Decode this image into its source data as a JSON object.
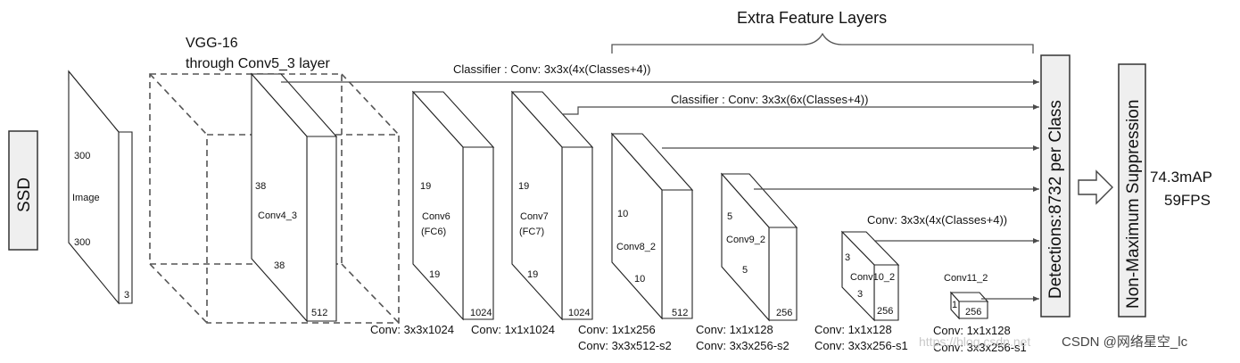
{
  "left_label": "SSD",
  "vgg_label_line1": "VGG-16",
  "vgg_label_line2": "through Conv5_3 layer",
  "extra_label": "Extra Feature Layers",
  "classifier_top": "Classifier : Conv: 3x3x(4x(Classes+4))",
  "classifier_mid": "Classifier : Conv: 3x3x(6x(Classes+4))",
  "classifier_small": "Conv: 3x3x(4x(Classes+4))",
  "detections_label": "Detections:8732  per Class",
  "nms_label": "Non-Maximum Suppression",
  "metrics": {
    "map": "74.3mAP",
    "fps": "59FPS"
  },
  "image_block": {
    "label": "Image",
    "h": "300",
    "w": "300",
    "c": "3"
  },
  "conv4_block": {
    "label": "Conv4_3",
    "h": "38",
    "w": "38",
    "c": "512"
  },
  "conv6_block": {
    "label1": "Conv6",
    "label2": "(FC6)",
    "h": "19",
    "w": "19",
    "c": "1024"
  },
  "conv7_block": {
    "label1": "Conv7",
    "label2": "(FC7)",
    "h": "19",
    "w": "19",
    "c": "1024"
  },
  "conv8_block": {
    "label": "Conv8_2",
    "h": "10",
    "w": "10",
    "c": "512"
  },
  "conv9_block": {
    "label": "Conv9_2",
    "h": "5",
    "w": "5",
    "c": "256"
  },
  "conv10_block": {
    "label": "Conv10_2",
    "h": "3",
    "w": "3",
    "c": "256"
  },
  "conv11_block": {
    "label": "Conv11_2",
    "h": "1",
    "c": "256"
  },
  "bottom_labels": {
    "c6": "Conv: 3x3x1024",
    "c7": "Conv: 1x1x1024",
    "c8a": "Conv: 1x1x256",
    "c8b": "Conv:  3x3x512-s2",
    "c9a": "Conv: 1x1x128",
    "c9b": "Conv: 3x3x256-s2",
    "c10a": "Conv: 1x1x128",
    "c10b": "Conv: 3x3x256-s1",
    "c11a": "Conv: 1x1x128",
    "c11b": "Conv: 3x3x256-s1"
  },
  "watermark_faint": "https://blog.csdn.net",
  "watermark": "CSDN @网络星空_lc"
}
